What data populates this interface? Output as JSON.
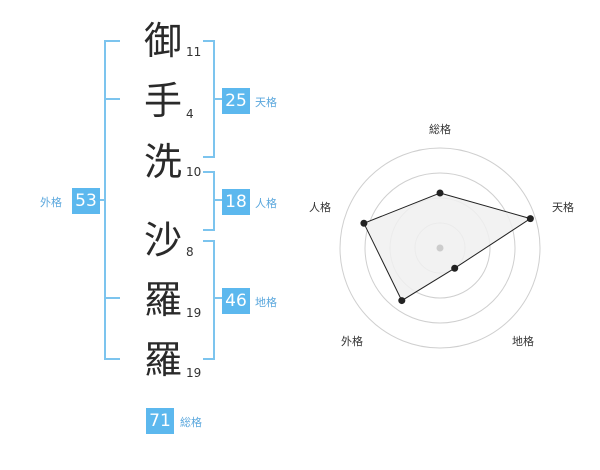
{
  "name": {
    "characters": [
      {
        "char": "御",
        "strokes": "11"
      },
      {
        "char": "手",
        "strokes": "4"
      },
      {
        "char": "洗",
        "strokes": "10"
      },
      {
        "char": "沙",
        "strokes": "8"
      },
      {
        "char": "羅",
        "strokes": "19"
      },
      {
        "char": "羅",
        "strokes": "19"
      }
    ]
  },
  "kakusu": {
    "tenkaku": {
      "value": "25",
      "label": "天格"
    },
    "jinkaku": {
      "value": "18",
      "label": "人格"
    },
    "chikaku": {
      "value": "46",
      "label": "地格"
    },
    "gaikaku": {
      "value": "53",
      "label": "外格"
    },
    "soukaku": {
      "value": "71",
      "label": "総格"
    }
  },
  "radar": {
    "axes": [
      "総格",
      "天格",
      "地格",
      "外格",
      "人格"
    ],
    "levels": 4,
    "values": [
      0.55,
      0.95,
      0.25,
      0.65,
      0.8
    ],
    "colors": {
      "fill": "#f0f0f0",
      "stroke": "#222222",
      "ring": "#cfcfcf",
      "center": "#cccccc"
    }
  },
  "colors": {
    "accent": "#5cb8ee",
    "bracket": "#7cc4ee"
  }
}
